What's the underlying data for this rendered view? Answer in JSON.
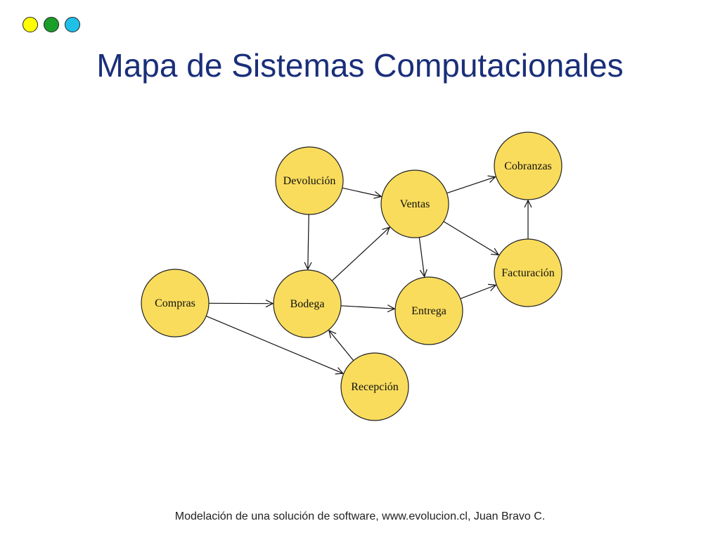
{
  "slide": {
    "title": "Mapa de Sistemas Computacionales",
    "footer": "Modelación de una solución de software, www.evolucion.cl, Juan Bravo C.",
    "dot_colors": [
      "#ffff00",
      "#1a9e2a",
      "#1ec0e8"
    ],
    "node_fill": "#f9dc5c",
    "node_stroke": "#222222"
  },
  "diagram": {
    "nodes": [
      {
        "id": "devolucion",
        "label": "Devolución"
      },
      {
        "id": "ventas",
        "label": "Ventas"
      },
      {
        "id": "cobranzas",
        "label": "Cobranzas"
      },
      {
        "id": "facturacion",
        "label": "Facturación"
      },
      {
        "id": "compras",
        "label": "Compras"
      },
      {
        "id": "bodega",
        "label": "Bodega"
      },
      {
        "id": "entrega",
        "label": "Entrega"
      },
      {
        "id": "recepcion",
        "label": "Recepción"
      }
    ],
    "edges": [
      {
        "from": "devolucion",
        "to": "ventas"
      },
      {
        "from": "devolucion",
        "to": "bodega"
      },
      {
        "from": "ventas",
        "to": "cobranzas"
      },
      {
        "from": "ventas",
        "to": "facturacion"
      },
      {
        "from": "ventas",
        "to": "entrega"
      },
      {
        "from": "facturacion",
        "to": "cobranzas"
      },
      {
        "from": "entrega",
        "to": "facturacion"
      },
      {
        "from": "compras",
        "to": "bodega"
      },
      {
        "from": "compras",
        "to": "recepcion"
      },
      {
        "from": "bodega",
        "to": "ventas"
      },
      {
        "from": "bodega",
        "to": "entrega"
      },
      {
        "from": "recepcion",
        "to": "bodega"
      }
    ]
  }
}
